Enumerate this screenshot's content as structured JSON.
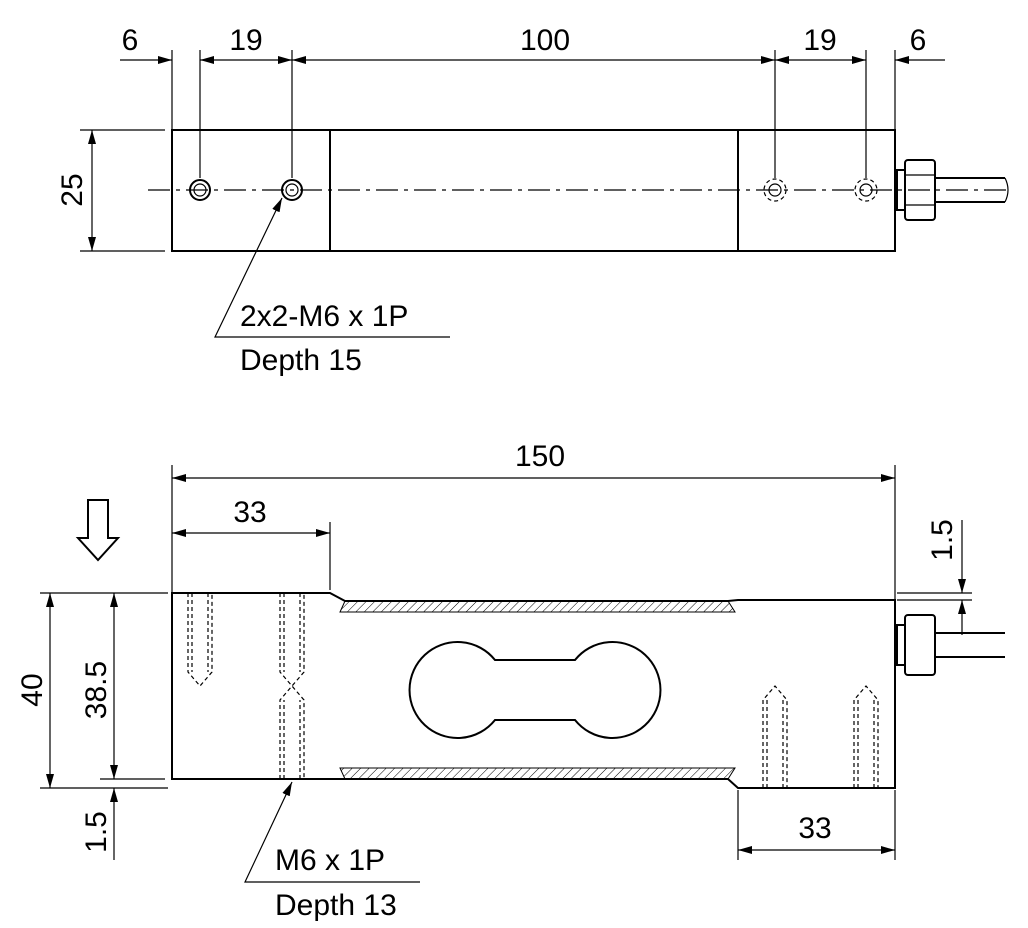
{
  "top_view": {
    "dims": {
      "left_edge": "6",
      "left_pitch": "19",
      "center": "100",
      "right_pitch": "19",
      "right_edge": "6",
      "height": "25"
    },
    "note_line1": "2x2-M6 x 1P",
    "note_line2": "Depth 15"
  },
  "side_view": {
    "dims": {
      "length": "150",
      "left_block": "33",
      "right_block": "33",
      "total_height": "40",
      "body_height": "38.5",
      "bottom_offset": "1.5",
      "top_offset": "1.5"
    },
    "note_line1": "M6 x 1P",
    "note_line2": "Depth 13"
  }
}
